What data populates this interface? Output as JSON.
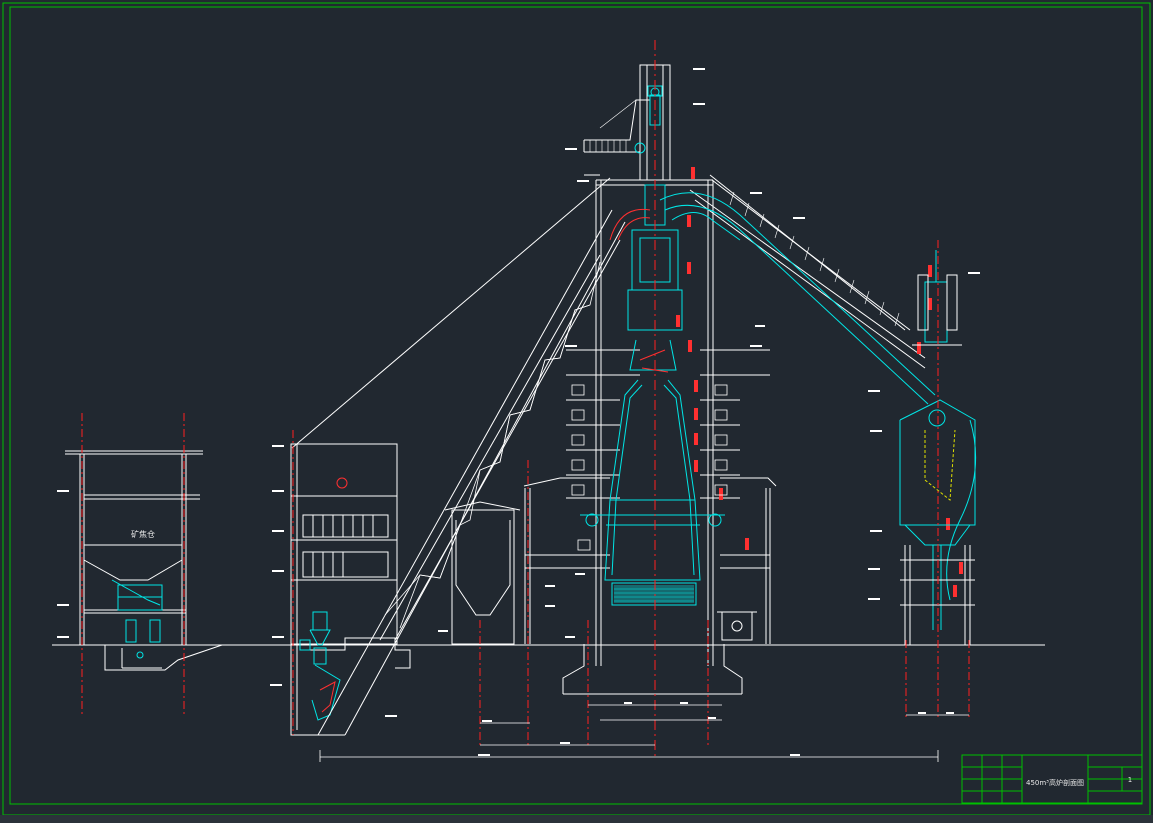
{
  "drawing": {
    "title_block_text": "450m³高炉剖面图",
    "sheet_number": "1"
  },
  "structures": {
    "bunker_label": "矿焦仓"
  },
  "colors": {
    "background": "#212830",
    "frame": "#00c000",
    "outline": "#ffffff",
    "equipment": "#00e5e5",
    "centerline": "#ff2020",
    "highlight": "#ff3030"
  }
}
